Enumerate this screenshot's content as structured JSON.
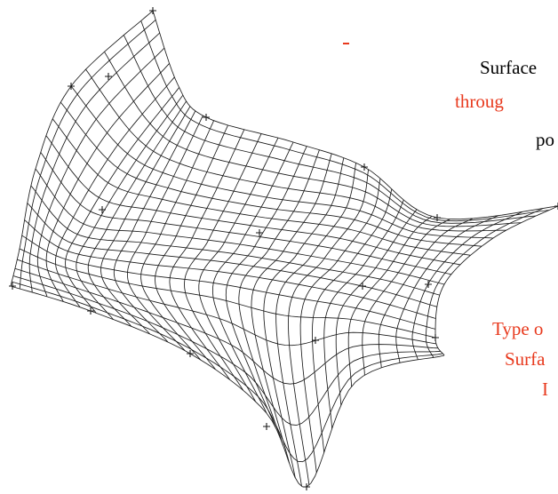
{
  "text": {
    "line1": "Surface",
    "line2": "throug",
    "line3": "po",
    "line4": "Type o",
    "line5": "Surfa",
    "line6": "I"
  },
  "colors": {
    "black_text": "#000000",
    "red_text": "#e8391d",
    "mesh": "#1a1a1a"
  },
  "icons": {
    "control_point": "plus-marker-icon"
  }
}
